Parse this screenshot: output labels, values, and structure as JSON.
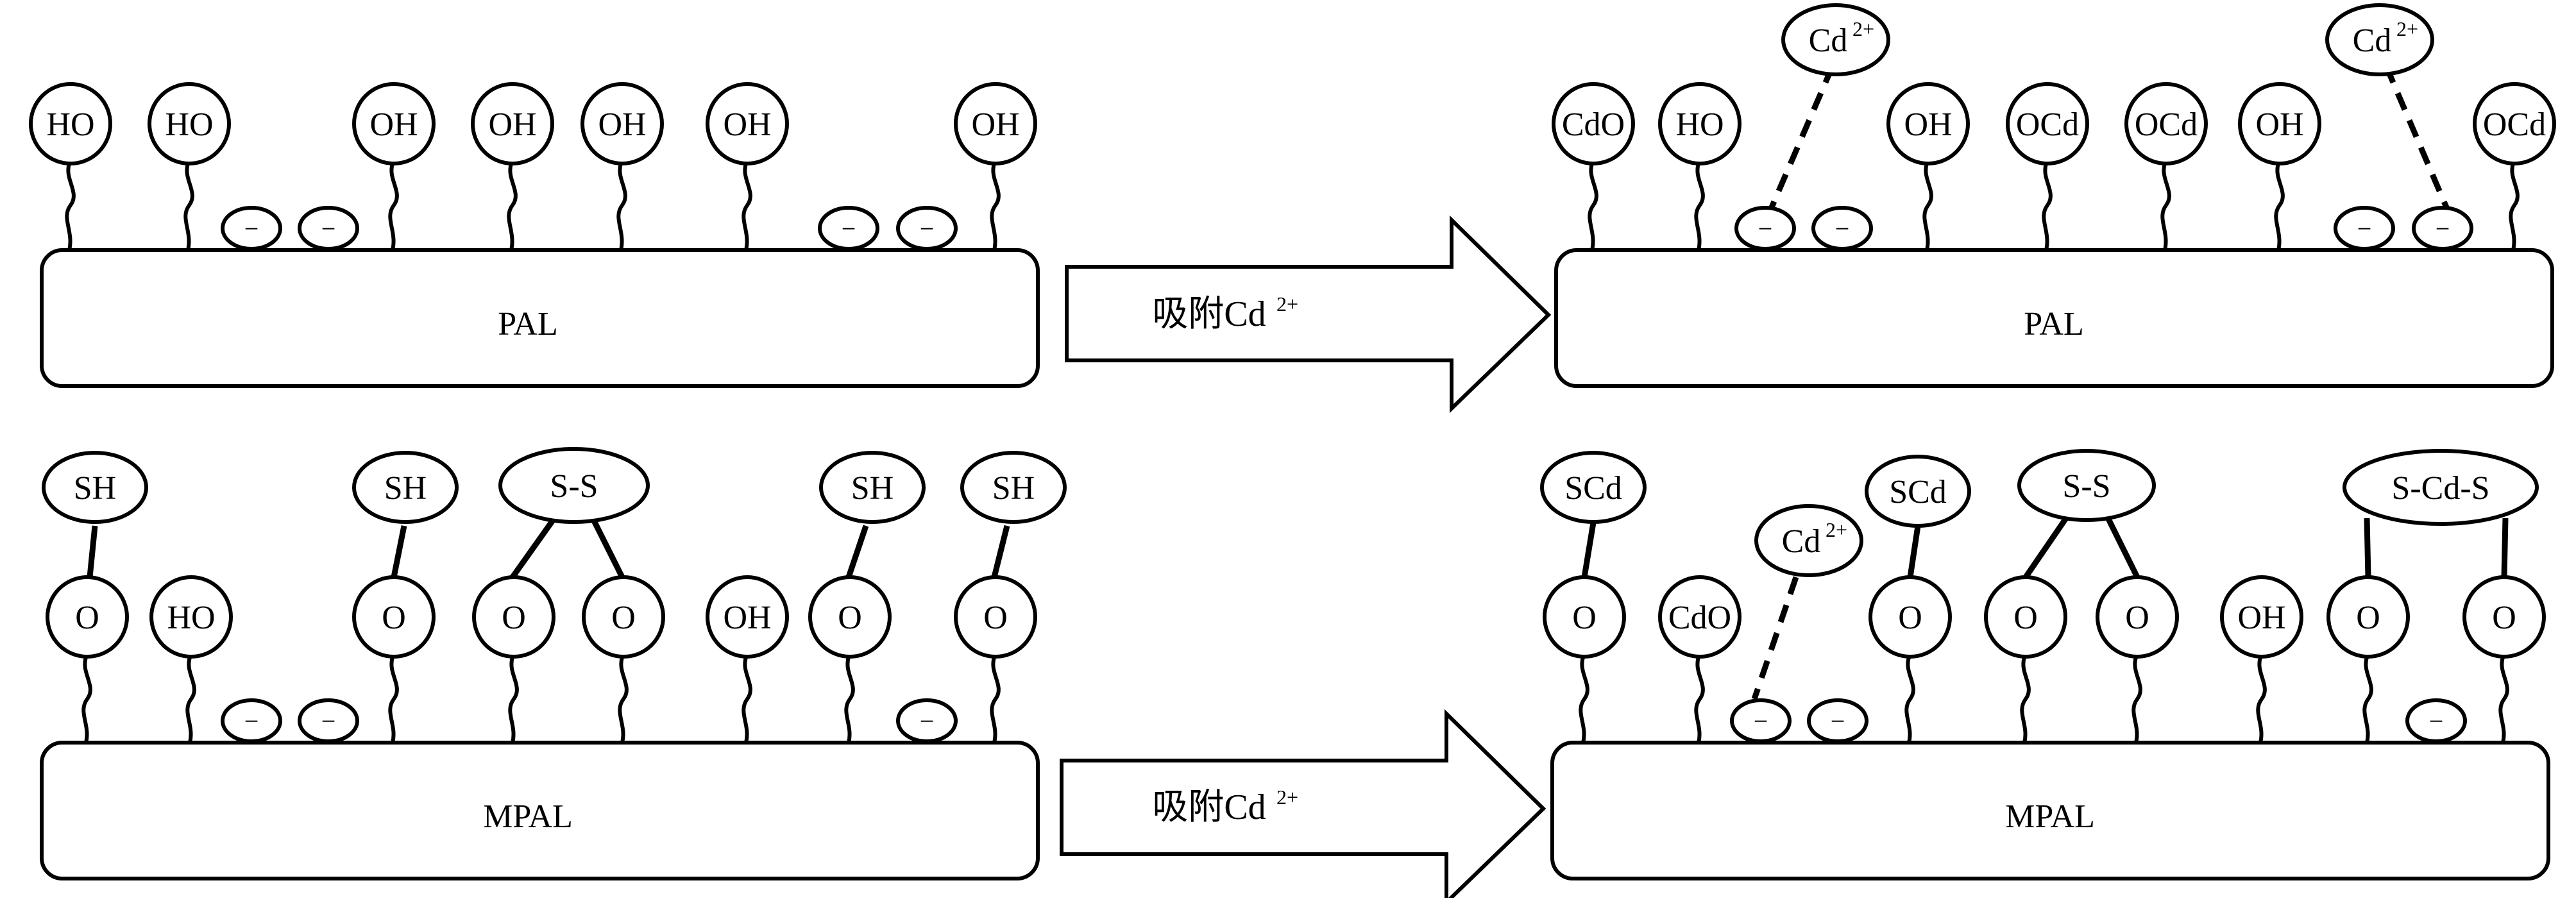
{
  "colors": {
    "stroke": "#000000",
    "fill": "#ffffff",
    "text": "#000000"
  },
  "arrow_label_main": "吸附Cd",
  "arrow_label_sup": "2+",
  "ion": {
    "main": "Cd",
    "sup": "2+"
  },
  "minus_glyph": "−",
  "rows": [
    {
      "before": {
        "name": "PAL",
        "groups": [
          "HO",
          "HO",
          "OH",
          "OH",
          "OH",
          "OH",
          "OH"
        ]
      },
      "after": {
        "name": "PAL",
        "groups": [
          "CdO",
          "HO",
          "OH",
          "OCd",
          "OCd",
          "OH",
          "OCd"
        ]
      }
    },
    {
      "before": {
        "name": "MPAL",
        "groups": [
          "SH",
          "HO",
          "SH",
          "S-S",
          "OH",
          "SH",
          "SH",
          "O",
          "O",
          "O",
          "O",
          "O",
          "O"
        ]
      },
      "after": {
        "name": "MPAL",
        "groups": [
          "SCd",
          "CdO",
          "SCd",
          "S-S",
          "OH",
          "S-Cd-S",
          "O",
          "O",
          "O",
          "O",
          "O",
          "O"
        ]
      }
    }
  ]
}
